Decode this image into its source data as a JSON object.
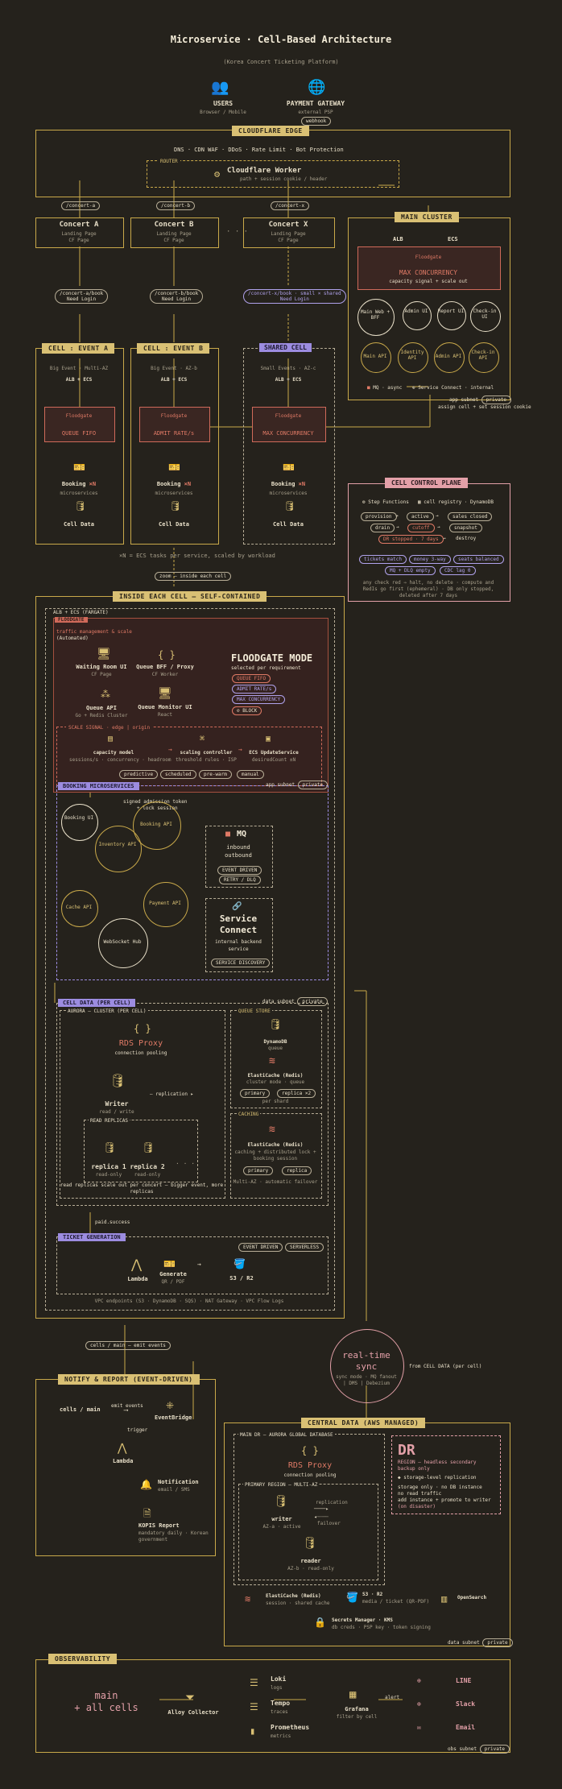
{
  "title": "Microservice · Cell-Based Architecture",
  "subtitle": "(Korea Concert Ticketing Platform)",
  "users": {
    "label": "USERS",
    "sub": "Browser / Mobile"
  },
  "payment_gateway": {
    "label": "PAYMENT GATEWAY",
    "sub": "external PSP",
    "webhook": "webhook"
  },
  "cloudflare": {
    "label": "CLOUDFLARE EDGE",
    "features": "DNS · CDN     WAF · DDoS · Rate Limit · Bot Protection",
    "router": "ROUTER",
    "worker": "Cloudflare Worker",
    "worker_sub": "path + session cookie / header"
  },
  "routes": {
    "a": "/concert-a",
    "b": "/concert-b",
    "x": "/concert-x"
  },
  "concerts": [
    {
      "name": "Concert A",
      "sub1": "Landing Page",
      "sub2": "CF Page",
      "book": "/concert-a/book",
      "need": "Need Login"
    },
    {
      "name": "Concert B",
      "sub1": "Landing Page",
      "sub2": "CF Page",
      "book": "/concert-b/book",
      "need": "Need Login"
    },
    {
      "name": "Concert X",
      "sub1": "Landing Page",
      "sub2": "CF Page",
      "book": "/concert-x/book · small × shared",
      "need": "Need Login"
    }
  ],
  "cells": [
    {
      "label": "CELL : EVENT A",
      "event": "Big Event · Multi-AZ",
      "alb": "ALB + ECS",
      "fg": "Floodgate",
      "mode": "QUEUE FIFO",
      "booking": "Booking",
      "mult": "×N",
      "ms": "microservices",
      "data": "Cell Data"
    },
    {
      "label": "CELL : EVENT B",
      "event": "Big Event · AZ-b",
      "alb": "ALB + ECS",
      "fg": "Floodgate",
      "mode": "ADMIT RATE/s",
      "booking": "Booking",
      "mult": "×N",
      "ms": "microservices",
      "data": "Cell Data"
    },
    {
      "label": "SHARED CELL",
      "event": "Small Events · AZ-c",
      "alb": "ALB + ECS",
      "fg": "Floodgate",
      "mode": "MAX CONCURRENCY",
      "booking": "Booking",
      "mult": "×N",
      "ms": "microservices",
      "data": "Cell Data"
    }
  ],
  "main_cluster": {
    "label": "MAIN CLUSTER",
    "alb": "ALB",
    "ecs": "ECS",
    "fg": "Floodgate",
    "mode": "MAX CONCURRENCY",
    "cap": "capacity signal + scale out",
    "svc1": [
      "Main Web + BFF",
      "Admin UI",
      "Report UI",
      "Check-in UI"
    ],
    "svc2": [
      "Main API",
      "Identity API",
      "Admin API",
      "Check-in API"
    ],
    "mq": "MQ · async",
    "sc": "Service Connect · internal",
    "app_subnet": "app subnet",
    "private": "private",
    "assign": "assign cell + set session cookie"
  },
  "control_plane": {
    "label": "CELL CONTROL PLANE",
    "sf": "Step Functions",
    "registry": "cell registry · DynamoDB",
    "flow": [
      "provision",
      "active",
      "sales closed",
      "drain",
      "cutoff",
      "snapshot",
      "DR stopped · 7 days",
      "destroy"
    ],
    "checks": [
      "tickets match",
      "money 3-way",
      "seats balanced",
      "MQ + DLQ empty",
      "CDC lag 0"
    ],
    "note": "any check red ⇒ halt, no delete · compute and RedIs go first (ephemeral) · DB only stopped, deleted after 7 days"
  },
  "scaling_note": "×N = ECS tasks per service, scaled by workload",
  "zoom": "zoom — inside each cell",
  "inside": {
    "label": "INSIDE EACH CELL — SELF-CONTAINED",
    "alb": "ALB + ECS (FARGATE)",
    "floodgate": "FLOODGATE",
    "tm": "traffic management & scale",
    "auto": "(Automated)",
    "waiting": "Waiting Room UI",
    "waiting_sub": "CF Page",
    "queue_bff": "Queue BFF / Proxy",
    "queue_bff_sub": "CF Worker",
    "queue_api": "Queue API",
    "queue_api_sub": "Go + Redis Cluster",
    "queue_mon": "Queue Monitor UI",
    "queue_mon_sub": "React",
    "mode_title": "FLOODGATE MODE",
    "mode_sub": "selected per requirement",
    "modes": [
      "QUEUE FIFO",
      "ADMIT RATE/s",
      "MAX CONCURRENCY",
      "BLOCK"
    ],
    "scale_signal": "SCALE SIGNAL · edge | origin",
    "cap_model": "capacity model",
    "cap_model_sub": "sessions/s · concurrency · headroom",
    "scale_ctrl": "scaling controller",
    "scale_ctrl_sub": "threshold rules · ISP",
    "ecs_upd": "ECS UpdateService",
    "ecs_upd_sub": "desiredCount ±N",
    "triggers": [
      "predictive",
      "scheduled",
      "pre-warm",
      "manual"
    ],
    "signed": "signed admission token",
    "lock": "+ lock session",
    "booking_ms": "BOOKING MICROSERVICES",
    "app_subnet": "app subnet",
    "private": "private",
    "svcs": [
      "Booking UI",
      "Booking API",
      "Inventory API",
      "Cache API",
      "Payment API",
      "WebSocket Hub"
    ],
    "mq": "MQ",
    "mq_sub1": "inbound",
    "mq_sub2": "outbound",
    "mq_tags": [
      "EVENT DRIVEN",
      "RETRY / DLQ"
    ],
    "sc1": "Service",
    "sc2": "Connect",
    "sc_sub1": "internal backend",
    "sc_sub2": "service",
    "sc_tag": "SERVICE DISCOVERY",
    "cell_data": "CELL DATA (PER CELL)",
    "data_subnet": "data subnet",
    "aurora": "AURORA — CLUSTER (PER CELL)",
    "rds": "RDS Proxy",
    "rds_sub": "connection pooling",
    "writer": "Writer",
    "writer_sub": "read / write",
    "replication": "replication",
    "read_replicas": "READ REPLICAS",
    "r1": "replica 1",
    "r2": "replica 2",
    "r_sub": "read-only",
    "replica_note": "read replicas scale out per concert — bigger event, more replicas",
    "queue_store": "QUEUE STORE",
    "dynamo": "DynamoDB",
    "dynamo_sub": "queue",
    "ec_redis": "ElastiCache (Redis)",
    "ec_sub1": "cluster mode · queue",
    "primary": "primary",
    "replica_x2": "replica ×2",
    "per_shard": "per shard",
    "caching": "CACHING",
    "ec2": "ElastiCache (Redis)",
    "ec2_sub1": "caching + distributed lock +",
    "ec2_sub2": "booking session",
    "primary2": "primary",
    "replica2": "replica",
    "multi_az": "Multi-AZ · automatic failover",
    "paid": "paid.success",
    "ticket_gen": "TICKET GENERATION",
    "tags": [
      "EVENT DRIVEN",
      "SERVERLESS"
    ],
    "lambda": "Lambda",
    "gen": "Generate",
    "gen_sub": "QR / PDF",
    "s3": "S3 / R2",
    "vpc": "VPC endpoints (S3 · DynamoDB · SQS) · NAT Gateway · VPC Flow Logs"
  },
  "cells_main": "cells / main — emit events",
  "notify": {
    "label": "NOTIFY & REPORT (EVENT-DRIVEN)",
    "src": "cells / main",
    "emit": "emit events",
    "eb": "EventBridge",
    "trigger": "trigger",
    "lambda": "Lambda",
    "notif": "Notification",
    "notif_sub": "email / SMS",
    "kopis": "KOPIS Report",
    "kopis_sub1": "mandatory daily · Korean",
    "kopis_sub2": "government"
  },
  "realtime": {
    "title1": "real-time",
    "title2": "sync",
    "sub1": "sync mode · MQ fanout",
    "sub2": "| DMS | Debezium",
    "from": "from CELL DATA (per cell)"
  },
  "central": {
    "label": "CENTRAL DATA (AWS MANAGED)",
    "main_dr": "MAIN DR — AURORA GLOBAL DATABASE",
    "rds": "RDS Proxy",
    "rds_sub": "connection pooling",
    "primary_region": "PRIMARY REGION — MULTI-AZ",
    "writer": "writer",
    "writer_sub": "AZ-a · active",
    "replication": "replication",
    "failover": "failover",
    "reader": "reader",
    "reader_sub": "AZ-b · read-only",
    "dr": "DR",
    "dr_region": "REGION — headless secondary",
    "dr_backup": "backup only",
    "dr_l1": "storage-level replication",
    "dr_l2": "storage only · no DB instance",
    "dr_l3": "no read traffic",
    "dr_l4": "add instance + promote to writer",
    "dr_l5": "(on disaster)",
    "ec": "ElastiCache (Redis)",
    "ec_sub": "session · shared cache",
    "s3": "S3 · R2",
    "s3_sub": "media / ticket (QR-PDF)",
    "os": "OpenSearch",
    "sm": "Secrets Manager · KMS",
    "sm_sub": "db creds · PSP key · token signing",
    "data_subnet": "data subnet",
    "private": "private"
  },
  "observability": {
    "label": "OBSERVABILITY",
    "main1": "main",
    "main2": "+ all cells",
    "alloy": "Alloy Collector",
    "loki": "Loki",
    "loki_sub": "logs",
    "tempo": "Tempo",
    "tempo_sub": "traces",
    "prom": "Prometheus",
    "prom_sub": "metrics",
    "grafana": "Grafana",
    "grafana_sub": "filter by cell",
    "alert": "alert",
    "line": "LINE",
    "slack": "Slack",
    "email": "Email",
    "obs_subnet": "obs subnet",
    "private": "private"
  },
  "colors": {
    "bg": "#25221c",
    "gold": "#c9a94a",
    "red": "#e07a66",
    "pink": "#e3a0a8",
    "purple": "#9c8ce0"
  }
}
